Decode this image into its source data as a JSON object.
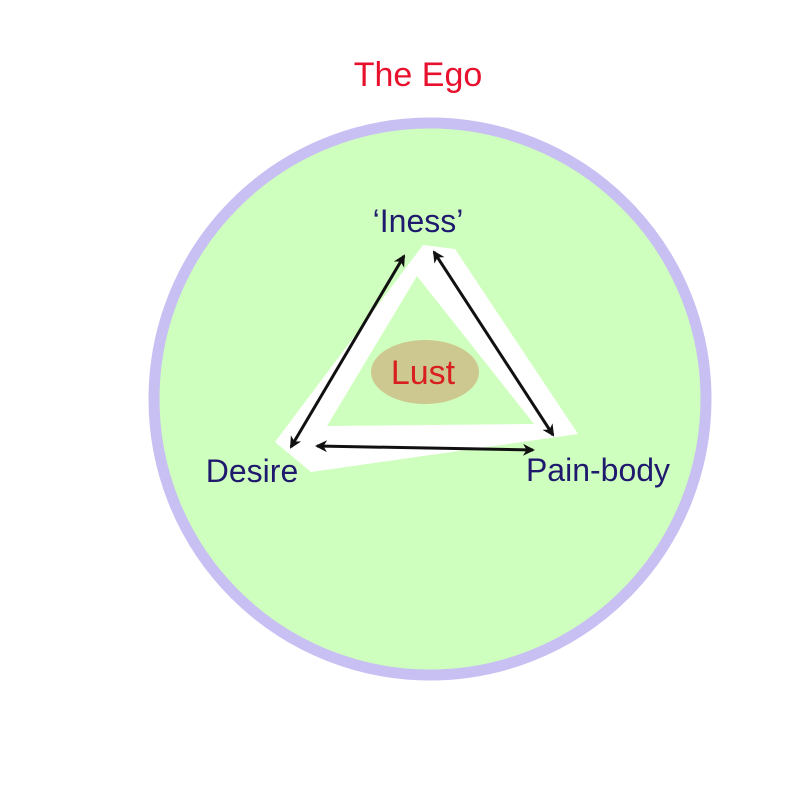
{
  "title": "The Ego",
  "nodes": {
    "top": "‘Iness’",
    "left": "Desire",
    "right": "Pain-body"
  },
  "center_label": "Lust",
  "colors": {
    "title": "#e8112d",
    "node_text": "#1f1a6e",
    "center_text": "#d81e1e",
    "circle_fill": "#cfffbe",
    "circle_stroke": "#c8bff2",
    "triangle_band": "#ffffff",
    "center_ellipse": "#cdc88f",
    "arrow": "#111111"
  },
  "edges": [
    {
      "from": "top",
      "to": "left",
      "direction": "both"
    },
    {
      "from": "top",
      "to": "right",
      "direction": "both"
    },
    {
      "from": "left",
      "to": "right",
      "direction": "both"
    }
  ]
}
